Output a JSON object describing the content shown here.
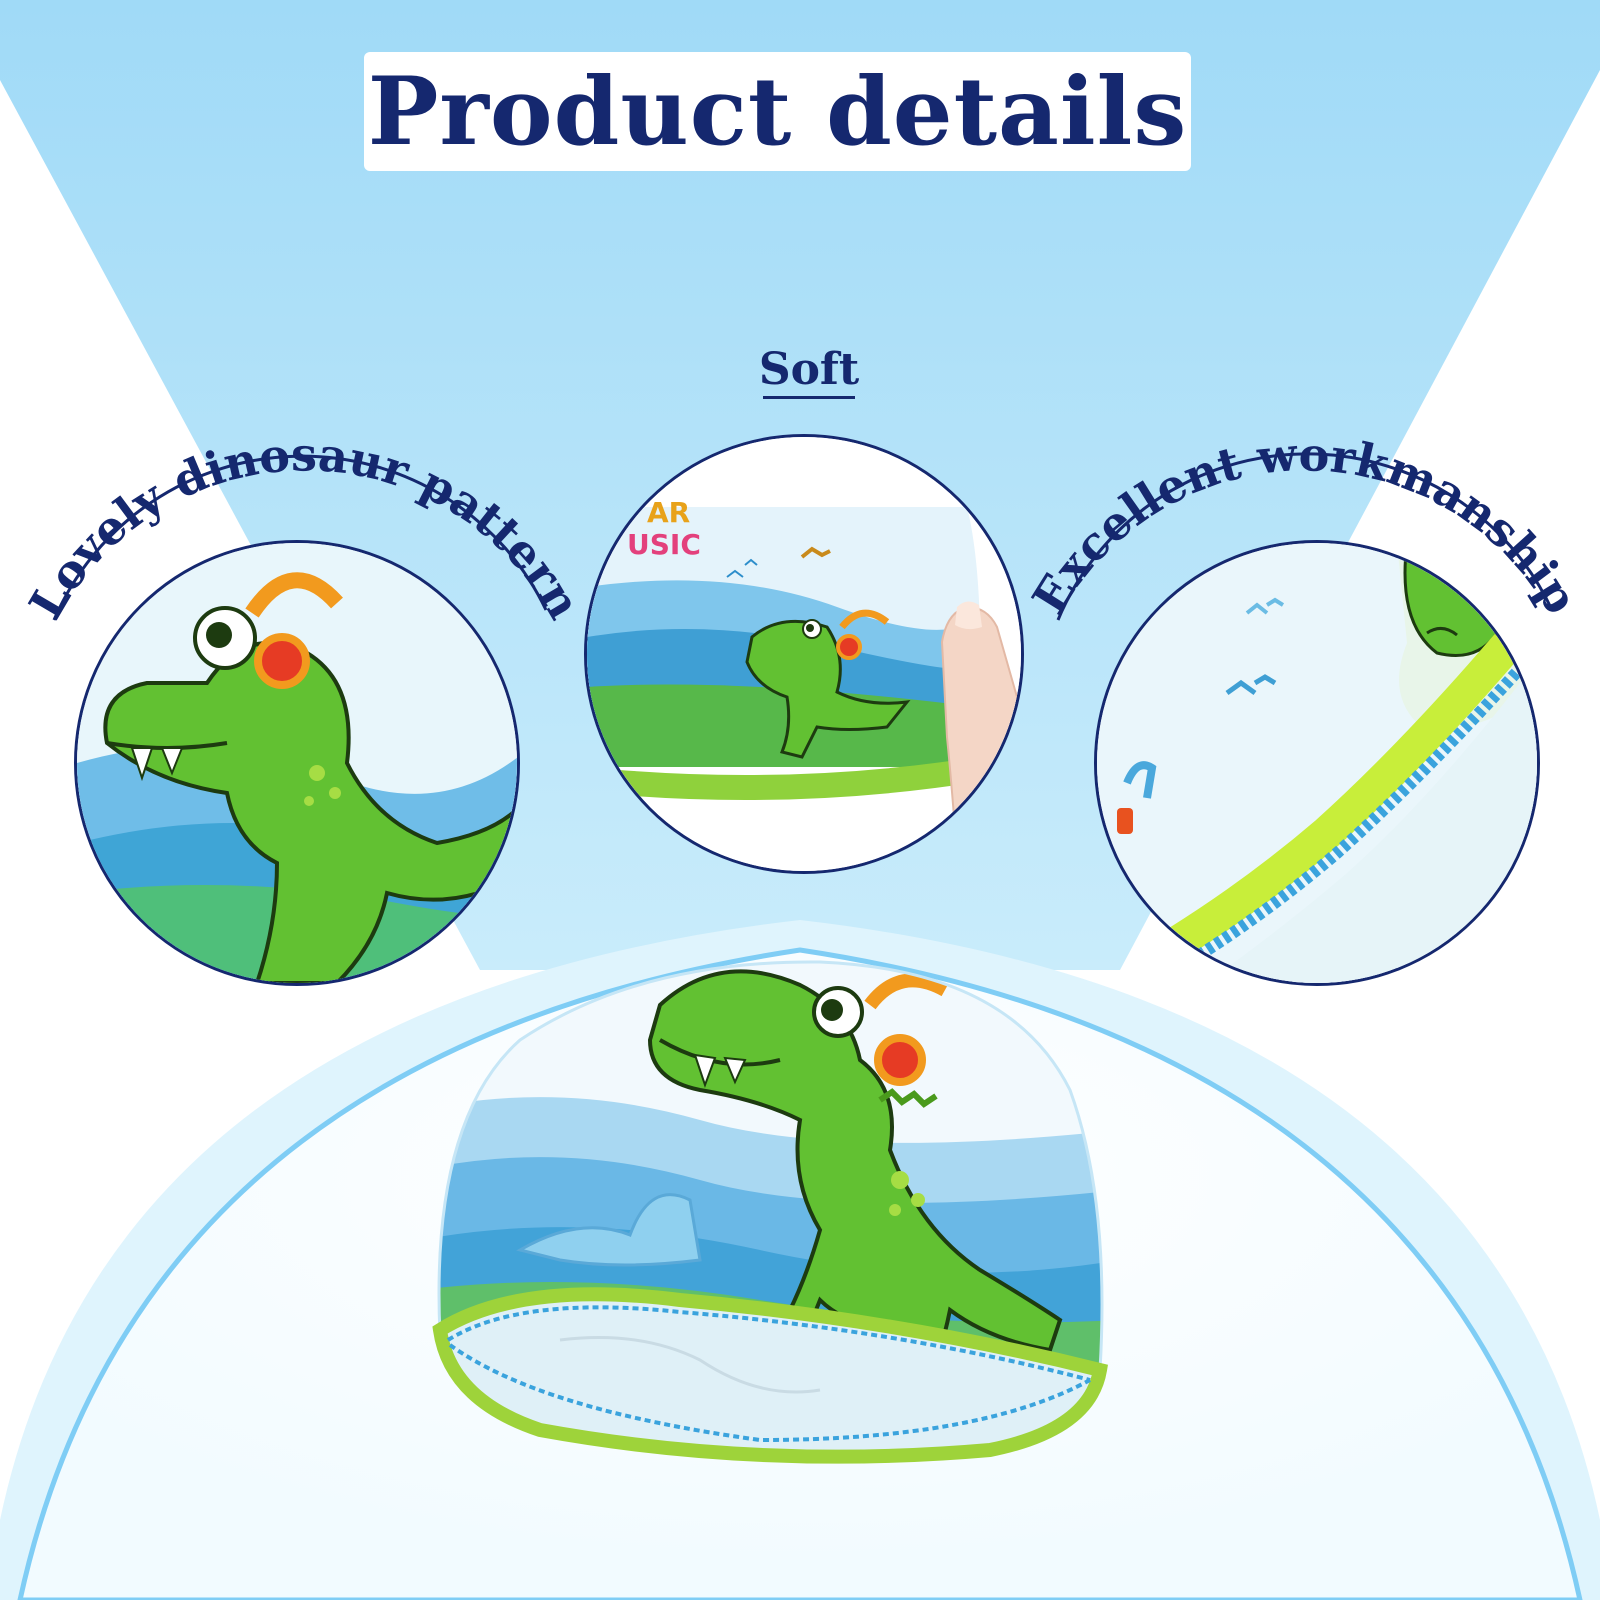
{
  "title": "Product details",
  "features": {
    "center_label": "Soft",
    "left_label": "Lovely dinosaur pattern",
    "right_label": "Excellent workmanship",
    "soft_print_line1": "AR",
    "soft_print_line2": "USIC"
  },
  "colors": {
    "navy": "#15286f",
    "sky": "#a6dcf7",
    "light_blue": "#def3fc",
    "dino_green": "#62c132"
  }
}
